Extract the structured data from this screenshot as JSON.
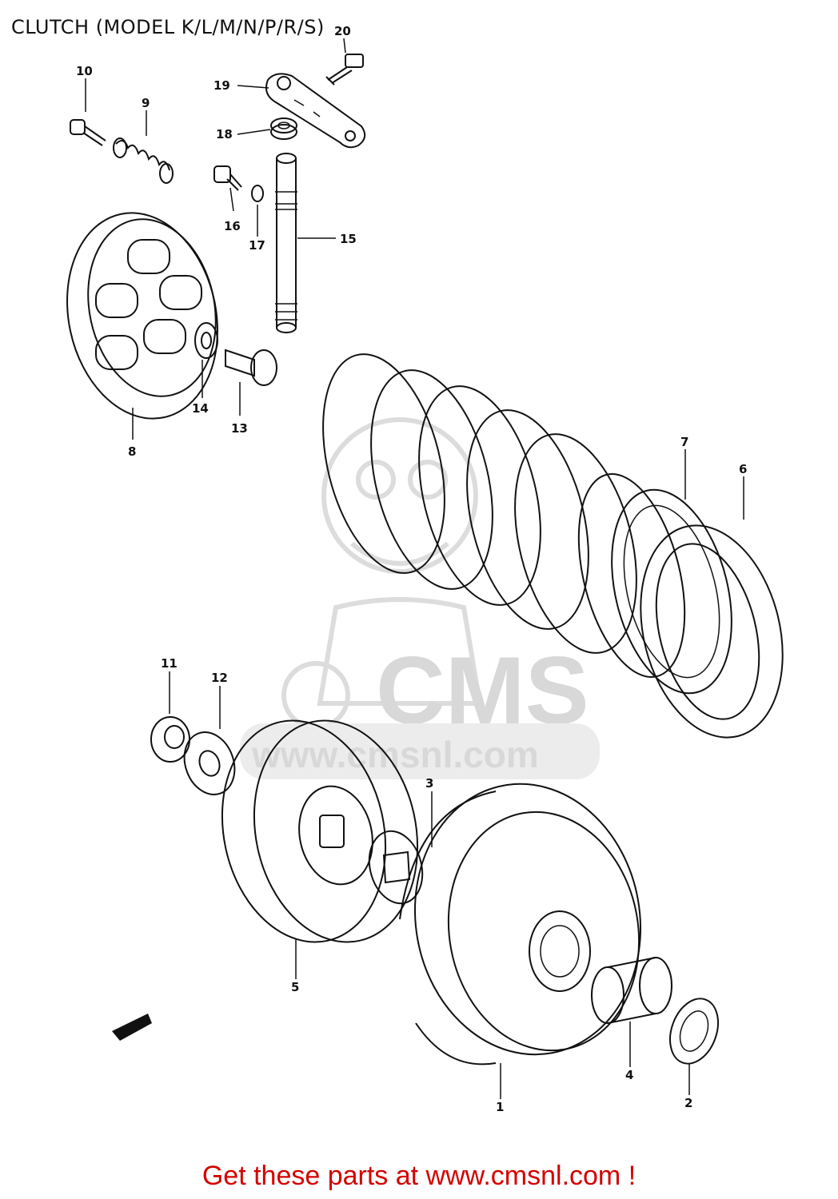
{
  "title": "CLUTCH (MODEL K/L/M/N/P/R/S)",
  "footer": "Get these parts at www.cmsnl.com !",
  "watermark": {
    "brand": "CMS",
    "url": "www.cmsnl.com"
  },
  "callouts": [
    "1",
    "2",
    "3",
    "4",
    "5",
    "6",
    "7",
    "8",
    "9",
    "10",
    "11",
    "12",
    "13",
    "14",
    "15",
    "16",
    "17",
    "18",
    "19",
    "20"
  ],
  "colors": {
    "ink": "#111111",
    "footer": "#d40000",
    "watermark": "#d8d8d8"
  }
}
